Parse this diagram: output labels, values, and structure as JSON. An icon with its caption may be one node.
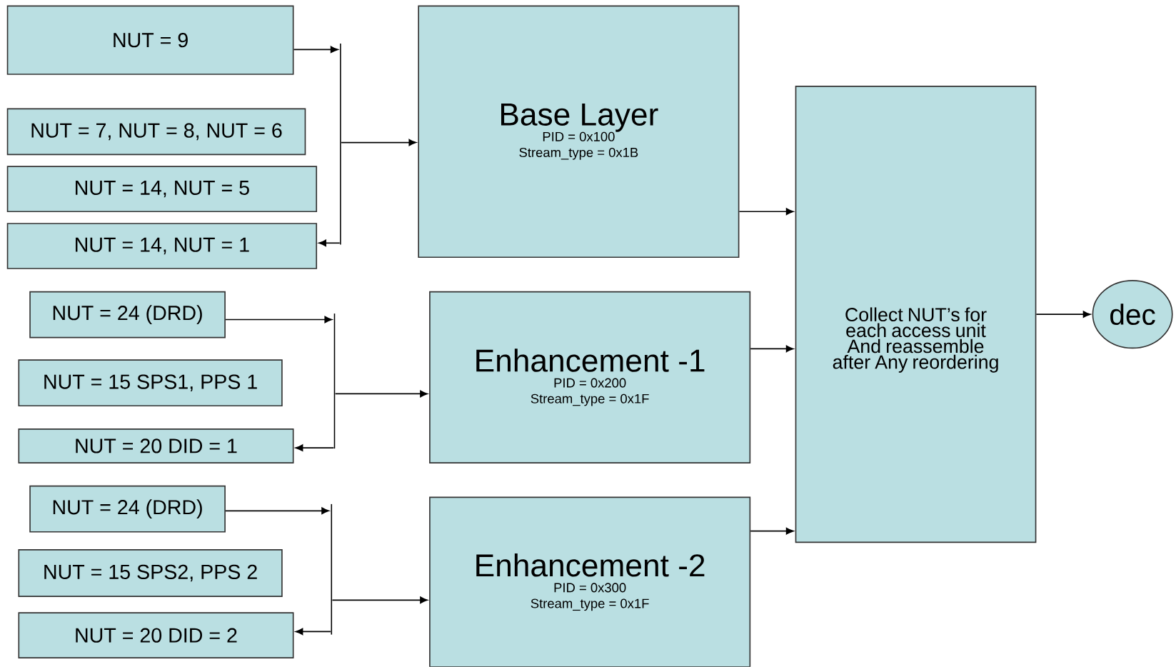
{
  "diagram": {
    "nodes": [
      {
        "text": [
          "NUT = 9"
        ]
      },
      {
        "text": [
          "NUT = 7, NUT = 8, NUT = 6"
        ]
      },
      {
        "text": [
          "NUT = 14, NUT = 5"
        ]
      },
      {
        "text": [
          "NUT = 14, NUT = 1"
        ]
      },
      {
        "text": [],
        "shape": "bar"
      },
      {
        "text": [
          "Base Layer",
          "PID = 0x100",
          "Stream_type = 0x1B"
        ]
      },
      {
        "text": [
          "NUT = 24 (DRD)"
        ]
      },
      {
        "text": [
          "NUT = 15 SPS1, PPS 1"
        ]
      },
      {
        "text": [
          "NUT = 20 DID = 1"
        ]
      },
      {
        "text": [],
        "shape": "bar"
      },
      {
        "text": [
          "Enhancement -1",
          "PID = 0x200",
          "Stream_type = 0x1F"
        ]
      },
      {
        "text": [
          "NUT = 24 (DRD)"
        ]
      },
      {
        "text": [
          "NUT = 15 SPS2, PPS 2"
        ]
      },
      {
        "text": [
          "NUT = 20 DID = 2"
        ]
      },
      {
        "text": [],
        "shape": "bar"
      },
      {
        "text": [
          "Enhancement -2",
          "PID = 0x300",
          "Stream_type = 0x1F"
        ]
      },
      {
        "text": [
          "Collect NUT’s for each access unit And reassemble after Any reordering"
        ]
      },
      {
        "text": [
          "dec"
        ]
      }
    ],
    "edges": [
      {
        "from": 0,
        "to": 4,
        "arrow": "to"
      },
      {
        "from": 4,
        "to": 3,
        "arrow": "to"
      },
      {
        "from": 4,
        "to": 5,
        "arrow": "to"
      },
      {
        "from": 6,
        "to": 9,
        "arrow": "to"
      },
      {
        "from": 9,
        "to": 8,
        "arrow": "to"
      },
      {
        "from": 9,
        "to": 10,
        "arrow": "to"
      },
      {
        "from": 11,
        "to": 14,
        "arrow": "to"
      },
      {
        "from": 14,
        "to": 13,
        "arrow": "to"
      },
      {
        "from": 14,
        "to": 15,
        "arrow": "to"
      },
      {
        "from": 5,
        "to": 16,
        "arrow": "to"
      },
      {
        "from": 10,
        "to": 16,
        "arrow": "to"
      },
      {
        "from": 15,
        "to": 16,
        "arrow": "to"
      },
      {
        "from": 16,
        "to": 17,
        "arrow": "to"
      }
    ]
  }
}
